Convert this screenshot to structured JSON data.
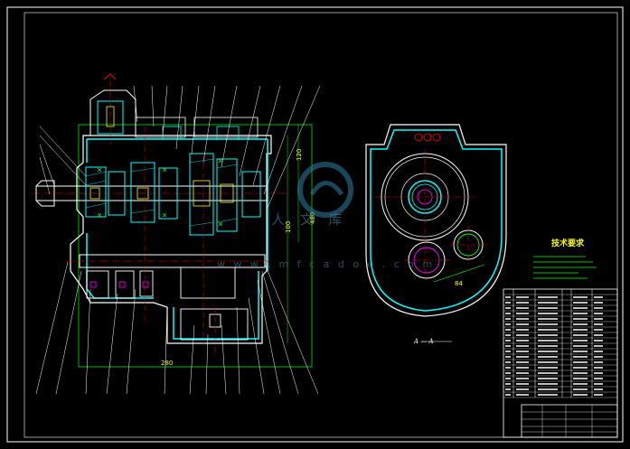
{
  "drawing": {
    "dimensions": {
      "height_right": "120",
      "height_mid": "100",
      "height_main": "480",
      "width_bottom": "280",
      "center_distance": "84"
    },
    "section_label": "A — A",
    "tech_requirements": {
      "title": "技术要求",
      "lines": [
        "",
        "",
        "",
        "",
        ""
      ]
    },
    "watermark": {
      "brand_cn": "人 文 库",
      "brand_url": "w w w . m f c a d o o . c o m"
    }
  },
  "colors": {
    "background": "#000000",
    "outline": "#ffffff",
    "hatch": "#00ffff",
    "dimension": "#00ff00",
    "centerline": "#ff0000",
    "text": "#ffff00"
  }
}
